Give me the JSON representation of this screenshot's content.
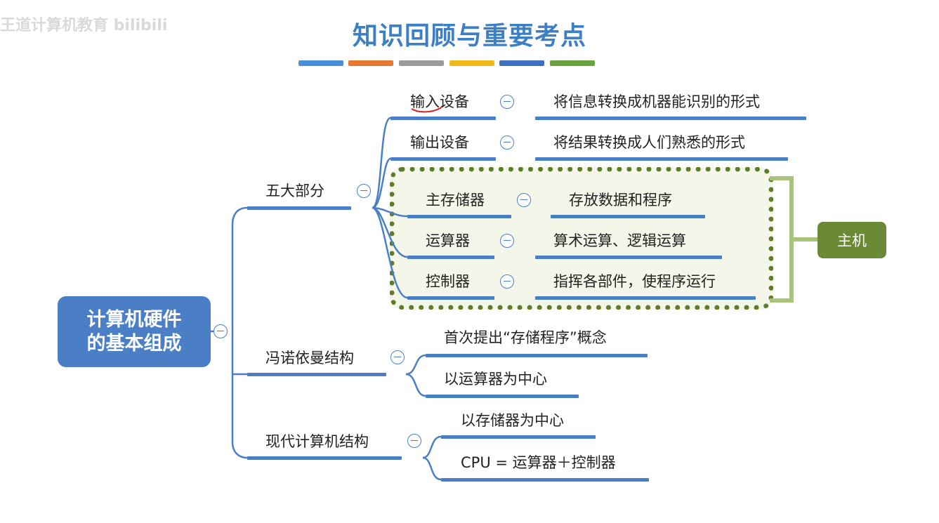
{
  "title": "知识回顾与重要考点",
  "title_bar_colors": [
    "#4a90d9",
    "#e6782f",
    "#9a9a9a",
    "#f2b91b",
    "#3f6fbf",
    "#69a340"
  ],
  "watermark": "王道计算机教育 bilibili",
  "root": {
    "line1": "计算机硬件",
    "line2": "的基本组成",
    "color": "#4a7fc6"
  },
  "branches": {
    "five_parts": {
      "label": "五大部分",
      "items": [
        {
          "name": "输入设备",
          "desc": "将信息转换成机器能识别的形式"
        },
        {
          "name": "输出设备",
          "desc": "将结果转换成人们熟悉的形式"
        },
        {
          "name": "主存储器",
          "desc": "存放数据和程序"
        },
        {
          "name": "运算器",
          "desc": "算术运算、逻辑运算"
        },
        {
          "name": "控制器",
          "desc": "指挥各部件，使程序运行"
        }
      ]
    },
    "von_neumann": {
      "label": "冯诺依曼结构",
      "items": [
        "首次提出“存储程序”概念",
        "以运算器为中心"
      ]
    },
    "modern": {
      "label": "现代计算机结构",
      "items": [
        "以存储器为中心",
        "CPU = 运算器＋控制器"
      ]
    }
  },
  "host": {
    "label": "主机",
    "border_color": "#5c7d2a",
    "bracket_color": "#a9c47a"
  },
  "link_color": "#4a7fc6",
  "annotation_color": "#d02020"
}
